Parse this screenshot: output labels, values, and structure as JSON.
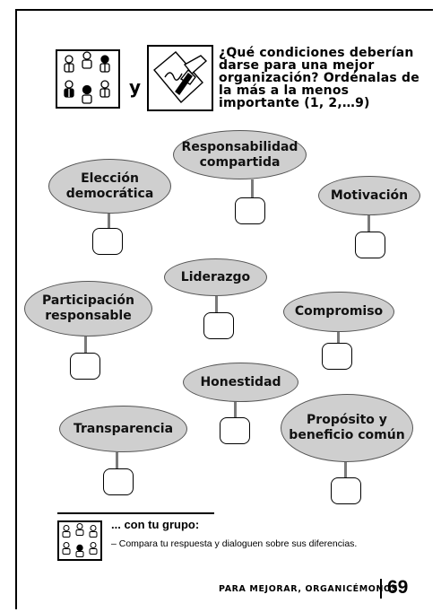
{
  "header": {
    "connector": "y",
    "question": "¿Qué condiciones deberían darse para una mejor organización? Ordénalas de la más a la menos importante (1, 2,…9)"
  },
  "conditions": [
    {
      "label_line1": "Elección",
      "label_line2": "democrática",
      "rank": ""
    },
    {
      "label_line1": "Responsabilidad",
      "label_line2": "compartida",
      "rank": ""
    },
    {
      "label_line1": "Motivación",
      "label_line2": "",
      "rank": ""
    },
    {
      "label_line1": "Liderazgo",
      "label_line2": "",
      "rank": ""
    },
    {
      "label_line1": "Participación",
      "label_line2": "responsable",
      "rank": ""
    },
    {
      "label_line1": "Compromiso",
      "label_line2": "",
      "rank": ""
    },
    {
      "label_line1": "Honestidad",
      "label_line2": "",
      "rank": ""
    },
    {
      "label_line1": "Transparencia",
      "label_line2": "",
      "rank": ""
    },
    {
      "label_line1": "Propósito y",
      "label_line2": "beneficio común",
      "rank": ""
    }
  ],
  "group": {
    "title": "... con tu grupo:",
    "items": [
      "–    Compara tu respuesta y dialoguen sobre sus diferencias."
    ]
  },
  "footer": {
    "section": "PARA MEJORAR, ORGANICÉMONOS",
    "page_number": "69"
  },
  "icons": {
    "group_work": "people-group-icon",
    "write": "writing-hand-icon",
    "group_small": "people-group-icon"
  },
  "colors": {
    "ellipse_fill": "#cfcfcf",
    "stem": "#7a7a7a"
  }
}
